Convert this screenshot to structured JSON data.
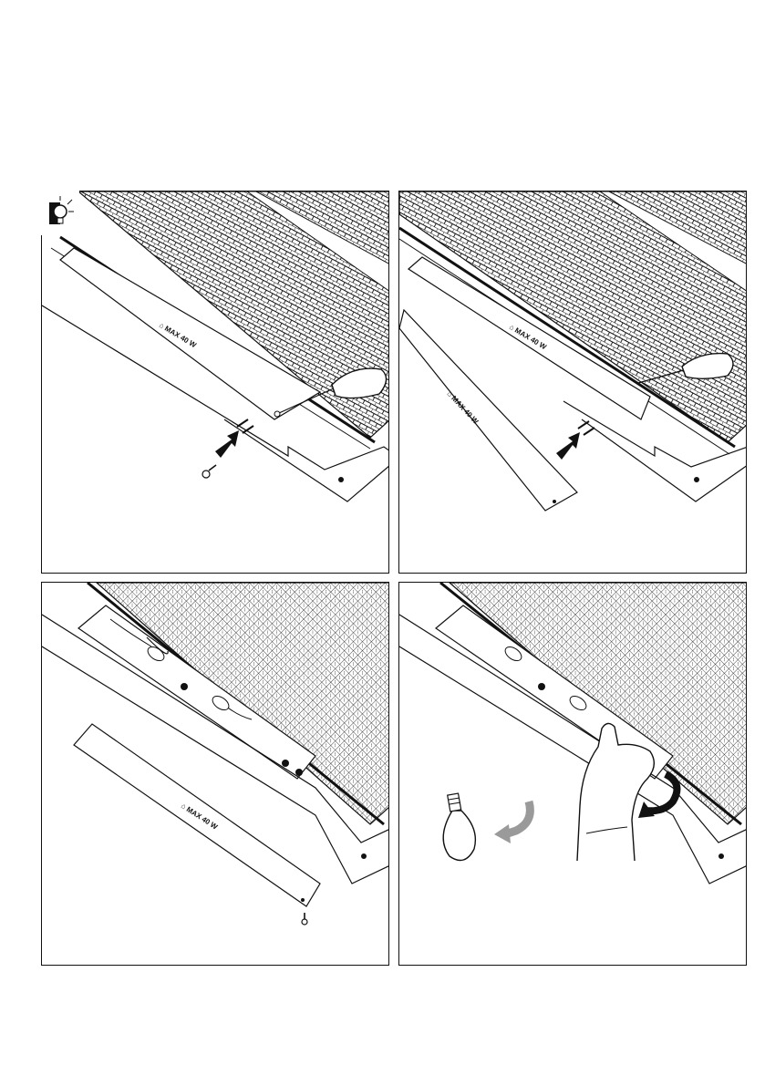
{
  "figure": {
    "steps": [
      {
        "id": 1,
        "lamp_cover_label": "⌂ MAX 40 W"
      },
      {
        "id": 2,
        "lamp_cover_label": "⌂ MAX 40 W"
      },
      {
        "id": 3,
        "lamp_cover_label": "⌂ MAX 40 W"
      },
      {
        "id": 4,
        "lamp_cover_label": ""
      }
    ],
    "icons": [
      "light-bulb-tip-icon",
      "screwdriver-icon",
      "screw-icon",
      "slide-arrow-icon",
      "hand-icon",
      "rotate-arrow-icon",
      "bulb-icon"
    ],
    "colors": {
      "line": "#111111",
      "background": "#ffffff",
      "arrow_grey": "#9a9a9a"
    }
  }
}
